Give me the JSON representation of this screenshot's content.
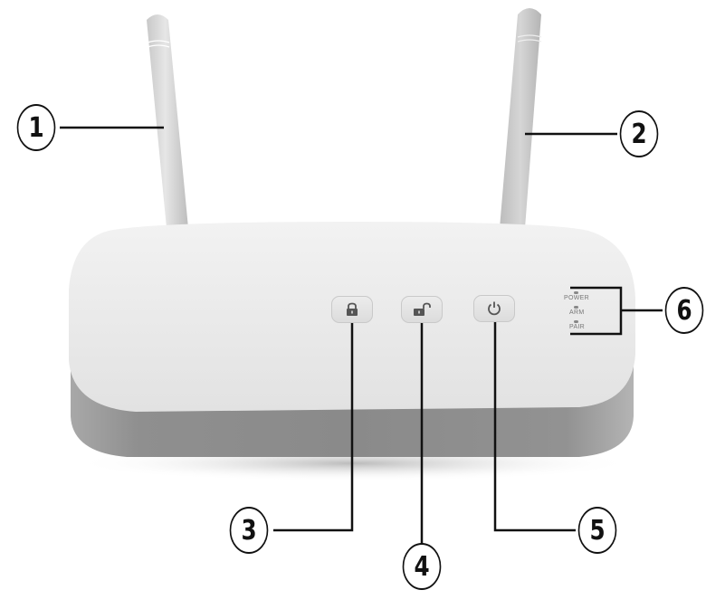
{
  "diagram": {
    "subject": "Wireless alarm hub / router front view",
    "callouts": [
      {
        "number": "1",
        "target": "left-antenna"
      },
      {
        "number": "2",
        "target": "right-antenna"
      },
      {
        "number": "3",
        "target": "arm-lock-button"
      },
      {
        "number": "4",
        "target": "disarm-unlock-button"
      },
      {
        "number": "5",
        "target": "power-button"
      },
      {
        "number": "6",
        "target": "status-leds"
      }
    ],
    "buttons": [
      {
        "icon": "lock-closed-icon"
      },
      {
        "icon": "lock-open-icon"
      },
      {
        "icon": "power-icon"
      }
    ],
    "leds": [
      {
        "label": "POWER"
      },
      {
        "label": "ARM"
      },
      {
        "label": "PAIR"
      }
    ],
    "colors": {
      "body_top": "#ececec",
      "body_side": "#8c8c8c",
      "antenna": "#d4d4d4",
      "callout_line": "#111111"
    }
  }
}
